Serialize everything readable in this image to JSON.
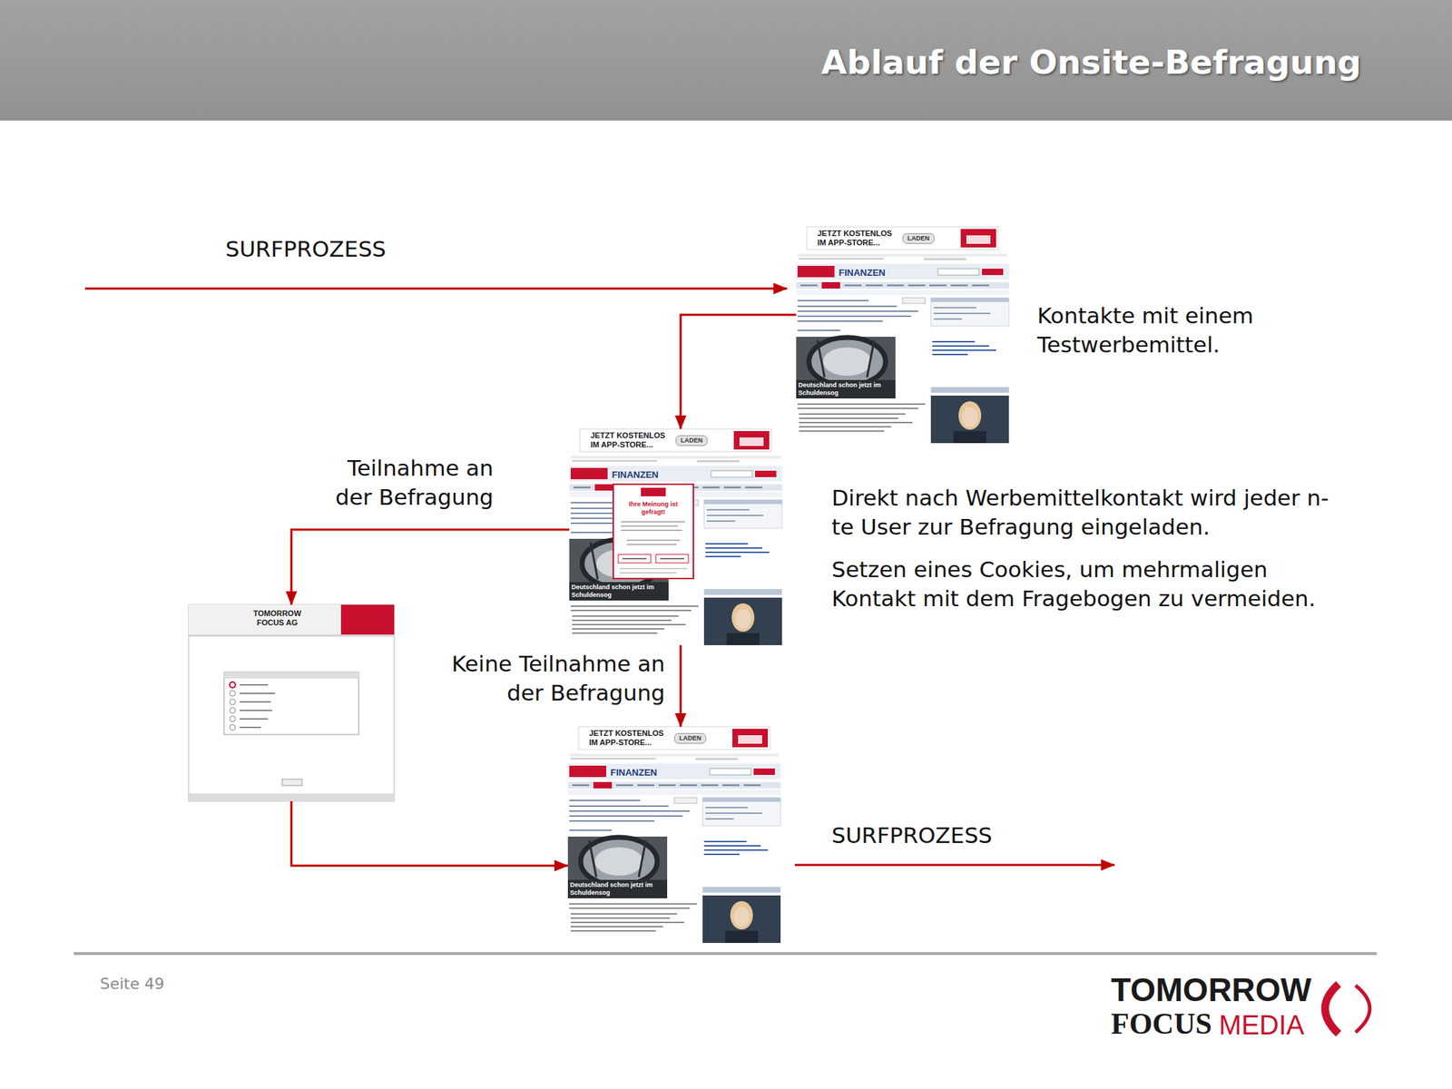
{
  "diagram": {
    "title": "Ablauf der Onsite-Befragung",
    "nodes": [
      {
        "text": [
          "JETZT KOSTENLOS IM APP-STORE...",
          "LADEN",
          "FINANZEN",
          "Deutschland schon jetzt im Schuldensog"
        ]
      },
      {
        "text": [
          "JETZT KOSTENLOS IM APP-STORE...",
          "LADEN",
          "FINANZEN",
          "Deutschland schon jetzt im Schuldensog"
        ]
      },
      {
        "text": [
          "Ihre Meinung ist gefragt!"
        ],
        "in": 1
      },
      {
        "text": [
          "TOMORROW FOCUS AG"
        ]
      },
      {
        "text": [
          "JETZT KOSTENLOS IM APP-STORE...",
          "LADEN",
          "FINANZEN",
          "Deutschland schon jetzt im Schuldensog"
        ]
      }
    ],
    "edges": [
      {
        "from": 0,
        "to": 1,
        "arrow": "to"
      },
      {
        "from": 1,
        "to": 3,
        "arrow": "to",
        "label": "Teilnahme an der Befragung"
      },
      {
        "from": 1,
        "to": 4,
        "arrow": "to",
        "label": "Keine Teilnahme an der Befragung"
      },
      {
        "from": 3,
        "to": 4,
        "arrow": "to"
      }
    ],
    "labels": [
      "SURFPROZESS",
      "Kontakte mit einem Testwerbemittel.",
      "Direkt nach Werbemittelkontakt wird jeder n-te User zur Befragung eingeladen.",
      "Setzen eines Cookies, um mehrmaligen Kontakt mit dem Fragebogen zu vermeiden.",
      "SURFPROZESS",
      "Seite 49",
      "TOMORROW",
      "FOCUS",
      "MEDIA"
    ]
  }
}
